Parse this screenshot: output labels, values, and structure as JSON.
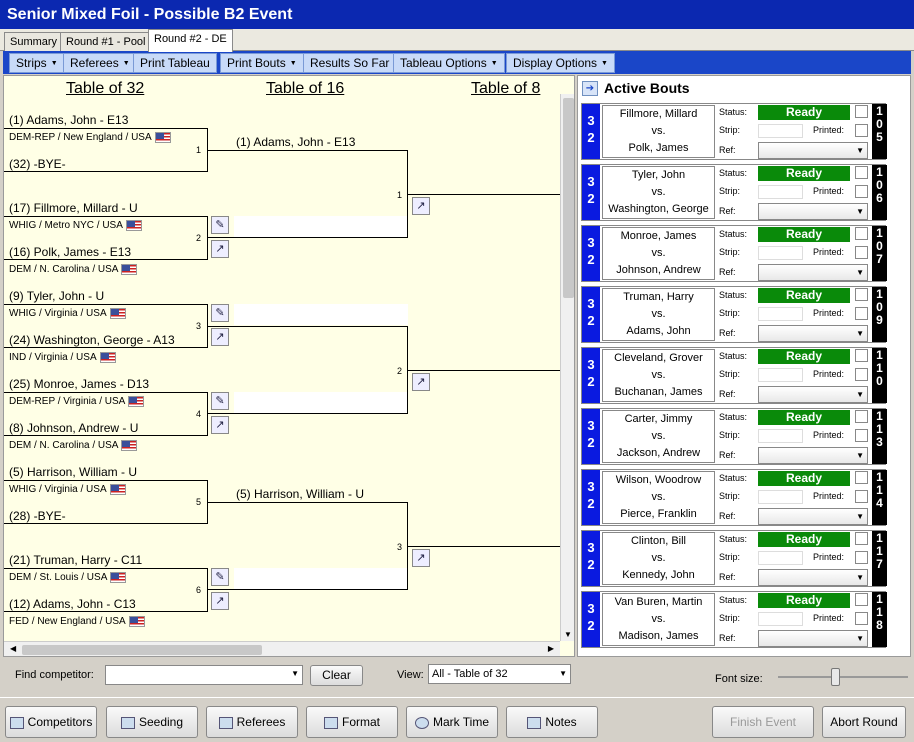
{
  "window_title": "Senior Mixed Foil - Possible B2 Event",
  "tabs": [
    "Summary",
    "Round #1 - Pool",
    "Round #2 - DE"
  ],
  "toolbar": [
    "Strips",
    "Referees",
    "Print Tableau",
    "Print Bouts",
    "Results So Far",
    "Tableau Options",
    "Display Options"
  ],
  "bracket": {
    "headers": [
      "Table of 32",
      "Table of 16",
      "Table of 8"
    ],
    "entries": [
      {
        "name": "(1) Adams, John - E13",
        "aff": "DEM-REP / New England / USA"
      },
      {
        "name": "(32) -BYE-",
        "aff": ""
      },
      {
        "name": "(17) Fillmore, Millard - U",
        "aff": "WHIG / Metro NYC / USA"
      },
      {
        "name": "(16) Polk, James - E13",
        "aff": "DEM / N. Carolina / USA"
      },
      {
        "name": "(9) Tyler, John - U",
        "aff": "WHIG / Virginia / USA"
      },
      {
        "name": "(24) Washington, George - A13",
        "aff": "IND / Virginia / USA"
      },
      {
        "name": "(25) Monroe, James - D13",
        "aff": "DEM-REP / Virginia / USA"
      },
      {
        "name": "(8) Johnson, Andrew - U",
        "aff": "DEM / N. Carolina / USA"
      },
      {
        "name": "(5) Harrison, William - U",
        "aff": "WHIG / Virginia / USA"
      },
      {
        "name": "(28) -BYE-",
        "aff": ""
      },
      {
        "name": "(21) Truman, Harry - C11",
        "aff": "DEM / St. Louis / USA"
      },
      {
        "name": "(12) Adams, John - C13",
        "aff": "FED / New England / USA"
      }
    ],
    "round2": [
      "(1) Adams, John - E13",
      "(5) Harrison, William - U"
    ],
    "bout_numbers": [
      "1",
      "2",
      "3",
      "4",
      "5",
      "6",
      "1",
      "2",
      "3"
    ]
  },
  "active_bouts": {
    "title": "Active Bouts",
    "status_label": "Status:",
    "strip_label": "Strip:",
    "ref_label": "Ref:",
    "printed_label": "Printed:",
    "vs": "vs.",
    "ready": "Ready",
    "bouts": [
      {
        "top": "Fillmore, Millard",
        "bottom": "Polk, James",
        "table": "32",
        "num": "105"
      },
      {
        "top": "Tyler, John",
        "bottom": "Washington, George",
        "table": "32",
        "num": "106"
      },
      {
        "top": "Monroe, James",
        "bottom": "Johnson, Andrew",
        "table": "32",
        "num": "107"
      },
      {
        "top": "Truman, Harry",
        "bottom": "Adams, John",
        "table": "32",
        "num": "109"
      },
      {
        "top": "Cleveland, Grover",
        "bottom": "Buchanan, James",
        "table": "32",
        "num": "110"
      },
      {
        "top": "Carter, Jimmy",
        "bottom": "Jackson, Andrew",
        "table": "32",
        "num": "113"
      },
      {
        "top": "Wilson, Woodrow",
        "bottom": "Pierce, Franklin",
        "table": "32",
        "num": "114"
      },
      {
        "top": "Clinton, Bill",
        "bottom": "Kennedy, John",
        "table": "32",
        "num": "117"
      },
      {
        "top": "Van Buren, Martin",
        "bottom": "Madison, James",
        "table": "32",
        "num": "118"
      }
    ]
  },
  "find": {
    "label": "Find competitor:",
    "value": "",
    "clear": "Clear",
    "view_label": "View:",
    "view_value": "All - Table of 32",
    "font_label": "Font size:"
  },
  "bottom_buttons": [
    "Competitors",
    "Seeding",
    "Referees",
    "Format",
    "Mark Time",
    "Notes",
    "Finish Event",
    "Abort Round"
  ],
  "colors": {
    "title_bg": "#0b28b0",
    "ready_green": "#0a8a0a",
    "strip_blue": "#0a1ae0",
    "bracket_bg": "#ffffe6"
  }
}
